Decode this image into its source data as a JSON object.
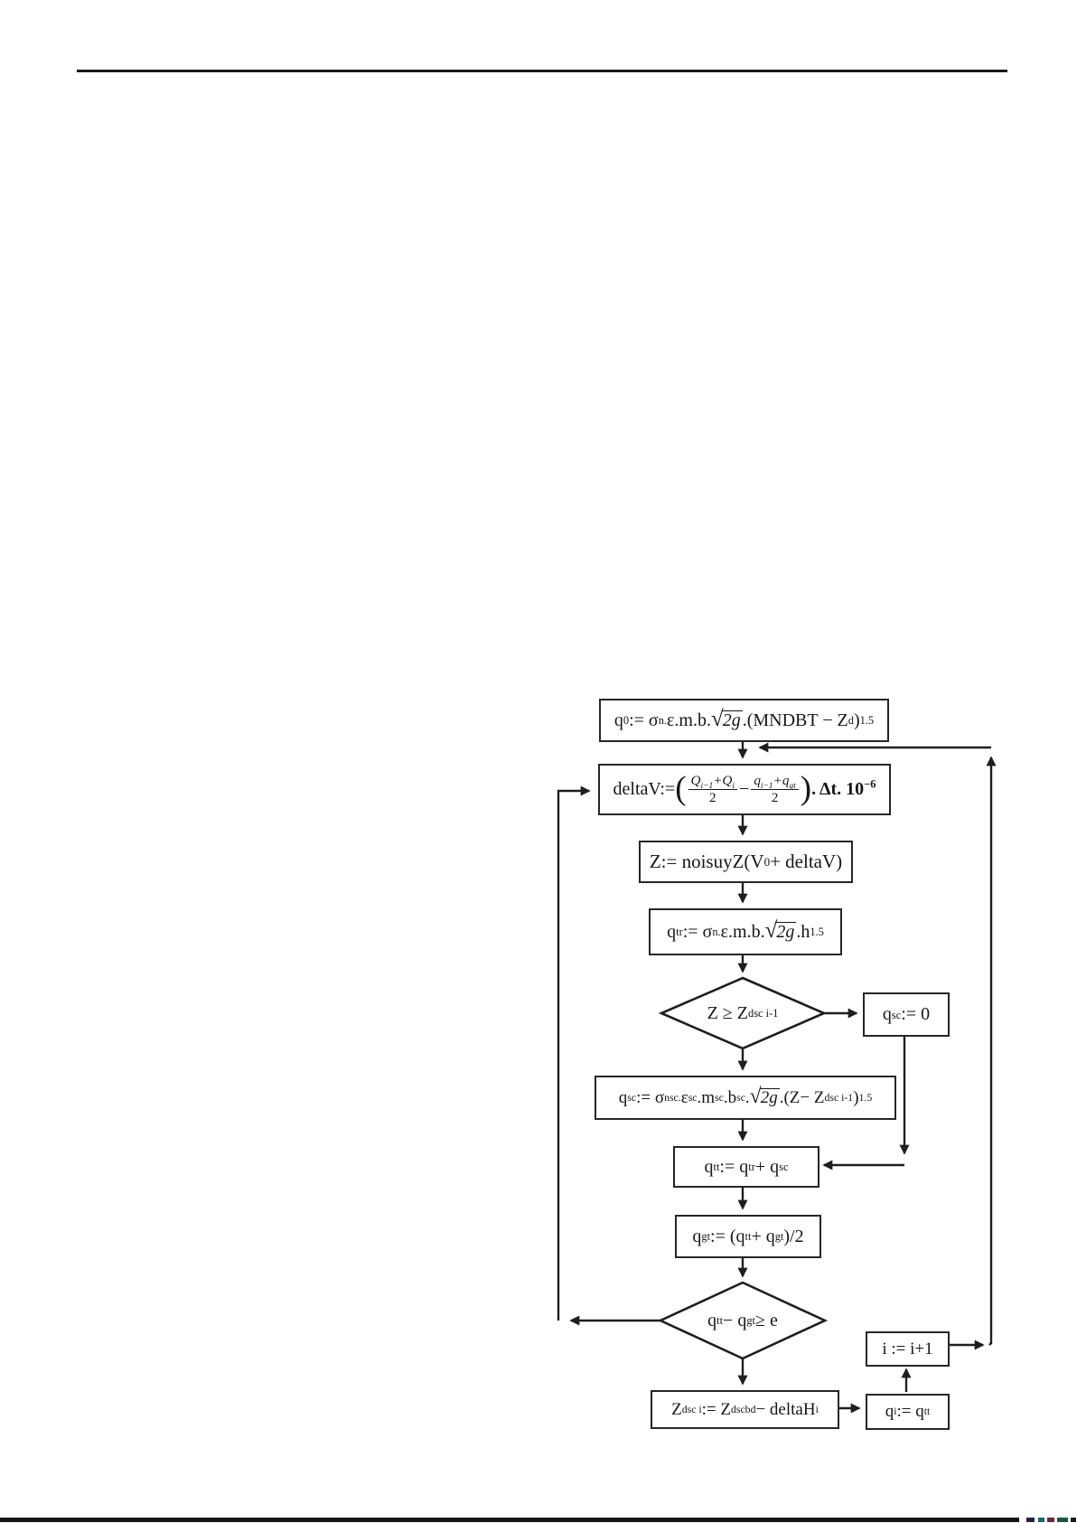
{
  "document": {
    "page_background": "#ffffff",
    "line_color": "#1e1e1e",
    "text_color": "#1a1a1a"
  },
  "flowchart": {
    "nodes": {
      "q0": {
        "type": "process",
        "text": "q0 := σn. ε.m.b.√2g.(MNDBT − Zd)^1.5",
        "html": "q<sub>0</sub> := σ<sub>n.</sub> ε.m.b.<span class='sqrt'><span class='rt'>√</span><span class='rad'><i>2g</i></span></span>.(MNDBT − Z<sub>d</sub>)<sup>1.5</sup>"
      },
      "deltaV": {
        "type": "process",
        "text": "deltaV := ((Q(i-1)+Qi)/2 − (q(i-1)+qgt)/2) . Δt. 10^−6",
        "html": "deltaV:= <span class='bigp'>(</span><span class='frac'><span class='num'><i>Q<sub>i−1</sub>+Q<sub>i</sub></i></span><span class='den'>2</span></span> − <span class='frac'><span class='num'><i>q<sub>i−1</sub>+q<sub>gt</sub></i></span><span class='den'>2</span></span><span class='bigp'>)</span><b>. Δt. 10<sup>−6</sup></b>"
      },
      "z": {
        "type": "process",
        "text": "Z := noisuyZ(V0 + deltaV)",
        "html": "Z:= noisuyZ(V<sub>0</sub> + deltaV)"
      },
      "qtr": {
        "type": "process",
        "text": "qtr := σn. ε.m.b.√2g.h^1.5",
        "html": "q<sub>tr</sub> := σ<sub>n.</sub> ε.m.b.<span class='sqrt'><span class='rt'>√</span><span class='rad'><i>2g</i></span></span>.h<sup>1.5</sup>"
      },
      "d1": {
        "type": "decision",
        "text": "Z ≥ Zdsc i-1",
        "html": "Z ≥ Z<sub>dsc i-1</sub>"
      },
      "qsc0": {
        "type": "process",
        "text": "qsc := 0",
        "html": "q<sub>sc</sub> := 0"
      },
      "qsc": {
        "type": "process",
        "text": "qsc := σnsc. εsc.msc.bsc.√2g.(Z− Zdsc i-1)^1.5",
        "html": "q<sub>sc</sub> := σ<sub>nsc.</sub> ε<sub>sc</sub>.m<sub>sc</sub>.b<sub>sc</sub>.<span class='sqrt'><span class='rt'>√</span><span class='rad'><i>2g</i></span></span>.(Z− Z<sub>dsc i-1</sub>)<sup>1.5</sup>"
      },
      "qtt": {
        "type": "process",
        "text": "qtt := qtr + qsc",
        "html": "q<sub>tt</sub> := q<sub>tr</sub> + q<sub>sc</sub>"
      },
      "qgt": {
        "type": "process",
        "text": "qgt := (qtt + qgt)/2",
        "html": "q<sub>gt</sub> := (q<sub>tt</sub> + q<sub>gt</sub>)/2"
      },
      "d2": {
        "type": "decision",
        "text": "qtt − qgt ≥ e",
        "html": "q<sub>tt</sub> − q<sub>gt</sub> ≥ e"
      },
      "zdsc": {
        "type": "process",
        "text": "Zdsc i := Zdscbd − deltaHi",
        "html": "Z<sub>dsc i</sub> := Z<sub>dscbd</sub> − deltaH<sub>i</sub>"
      },
      "qi": {
        "type": "process",
        "text": "qi := qtt",
        "html": "q<sub>i</sub> := q<sub>tt</sub>"
      },
      "iplus": {
        "type": "process",
        "text": "i := i+1",
        "html": "i := i+1"
      }
    }
  }
}
